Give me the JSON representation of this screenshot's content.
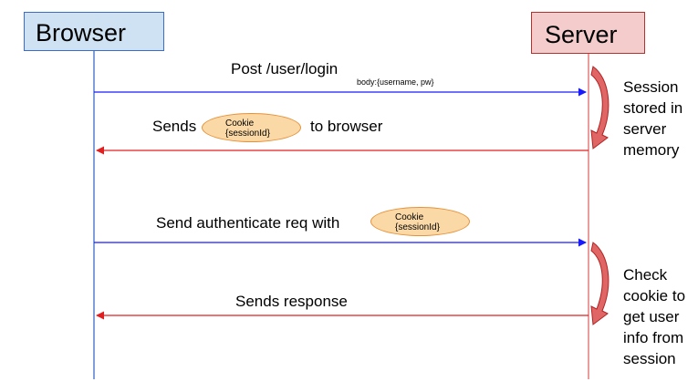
{
  "actors": {
    "browser": "Browser",
    "server": "Server"
  },
  "messages": [
    {
      "label": "Post /user/login",
      "detail": "body:{username, pw}"
    },
    {
      "prefix": "Sends",
      "pill": "Cookie\n{sessionId}",
      "suffix": "to browser"
    },
    {
      "label": "Send authenticate req with",
      "pill": "Cookie\n{sessionId}"
    },
    {
      "label": "Sends response"
    }
  ],
  "notes": [
    "Session\nstored in\nserver\nmemory",
    "Check\ncookie to\nget user\ninfo from\nsession"
  ],
  "colors": {
    "request_arrow": "#1a1aff",
    "response_arrow": "#e02020",
    "browser_fill": "#cfe2f3",
    "server_fill": "#f4cccc",
    "cookie_fill": "#fbd9a7"
  }
}
